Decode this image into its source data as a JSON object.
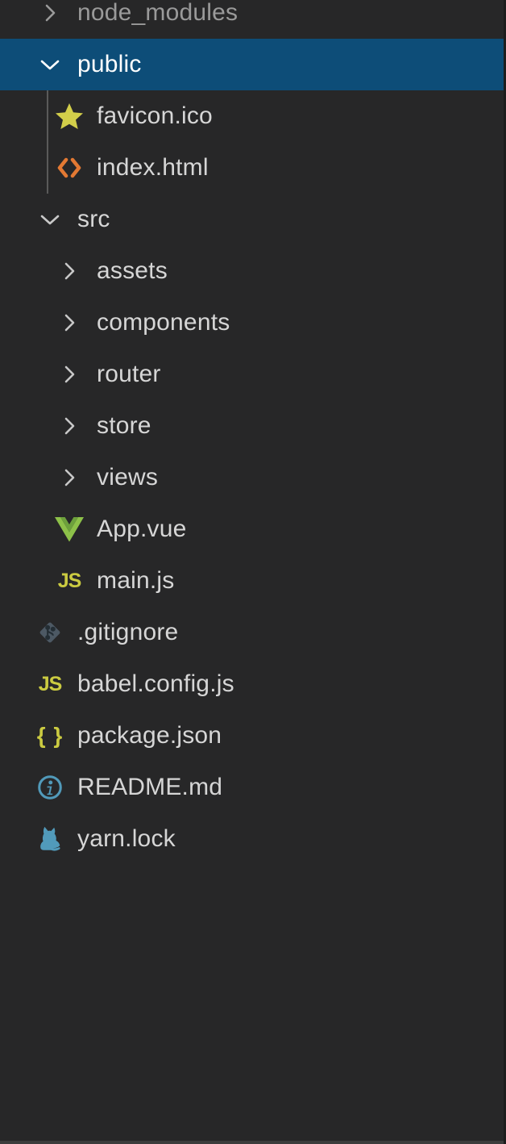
{
  "explorer": {
    "items": [
      {
        "label": "node_modules",
        "kind": "folder",
        "expanded": false,
        "level": 0,
        "dimmed": true,
        "selected": false,
        "icon": "chevron"
      },
      {
        "label": "public",
        "kind": "folder",
        "expanded": true,
        "level": 0,
        "dimmed": false,
        "selected": true,
        "icon": "chevron"
      },
      {
        "label": "favicon.ico",
        "kind": "file",
        "level": 1,
        "dimmed": false,
        "selected": false,
        "icon": "star"
      },
      {
        "label": "index.html",
        "kind": "file",
        "level": 1,
        "dimmed": false,
        "selected": false,
        "icon": "html"
      },
      {
        "label": "src",
        "kind": "folder",
        "expanded": true,
        "level": 0,
        "dimmed": false,
        "selected": false,
        "icon": "chevron"
      },
      {
        "label": "assets",
        "kind": "folder",
        "expanded": false,
        "level": 1,
        "dimmed": false,
        "selected": false,
        "icon": "chevron"
      },
      {
        "label": "components",
        "kind": "folder",
        "expanded": false,
        "level": 1,
        "dimmed": false,
        "selected": false,
        "icon": "chevron"
      },
      {
        "label": "router",
        "kind": "folder",
        "expanded": false,
        "level": 1,
        "dimmed": false,
        "selected": false,
        "icon": "chevron"
      },
      {
        "label": "store",
        "kind": "folder",
        "expanded": false,
        "level": 1,
        "dimmed": false,
        "selected": false,
        "icon": "chevron"
      },
      {
        "label": "views",
        "kind": "folder",
        "expanded": false,
        "level": 1,
        "dimmed": false,
        "selected": false,
        "icon": "chevron"
      },
      {
        "label": "App.vue",
        "kind": "file",
        "level": 1,
        "dimmed": false,
        "selected": false,
        "icon": "vue"
      },
      {
        "label": "main.js",
        "kind": "file",
        "level": 1,
        "dimmed": false,
        "selected": false,
        "icon": "js"
      },
      {
        "label": ".gitignore",
        "kind": "file",
        "level": 0,
        "dimmed": false,
        "selected": false,
        "icon": "git"
      },
      {
        "label": "babel.config.js",
        "kind": "file",
        "level": 0,
        "dimmed": false,
        "selected": false,
        "icon": "js"
      },
      {
        "label": "package.json",
        "kind": "file",
        "level": 0,
        "dimmed": false,
        "selected": false,
        "icon": "braces"
      },
      {
        "label": "README.md",
        "kind": "file",
        "level": 0,
        "dimmed": false,
        "selected": false,
        "icon": "info"
      },
      {
        "label": "yarn.lock",
        "kind": "file",
        "level": 0,
        "dimmed": false,
        "selected": false,
        "icon": "yarn"
      }
    ],
    "icon_glyphs": {
      "js_text": "JS",
      "braces_text": "{ }",
      "info_text": "i"
    },
    "colors": {
      "background": "#272728",
      "selection_bg": "#0d4d78",
      "label": "#d6d6d6",
      "label_dimmed": "#9a9a9a",
      "label_selected": "#ffffff",
      "accent_yellow": "#cbcb41",
      "accent_orange": "#e37933",
      "accent_green": "#8dc149",
      "accent_blue": "#519aba",
      "git_gray": "#4d5964",
      "star_yellow": "#d2ce4a"
    }
  }
}
